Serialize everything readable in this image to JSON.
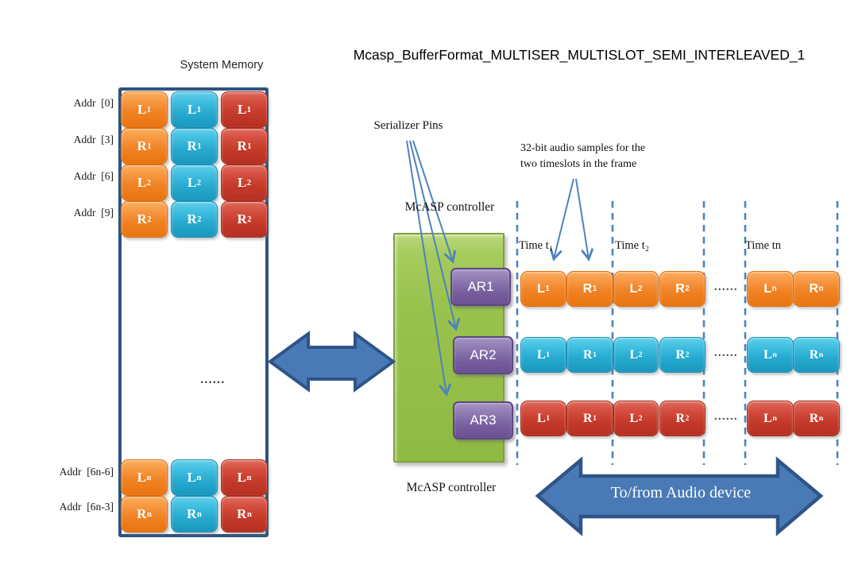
{
  "title": "Mcasp_BufferFormat_MULTISER_MULTISLOT_SEMI_INTERLEAVED_1",
  "system_memory": {
    "heading": "System Memory",
    "dots": "......",
    "top_rows": [
      {
        "addr": "Addr  [0]",
        "label": "L",
        "sub": "1"
      },
      {
        "addr": "Addr  [3]",
        "label": "R",
        "sub": "1"
      },
      {
        "addr": "Addr  [6]",
        "label": "L",
        "sub": "2"
      },
      {
        "addr": "Addr  [9]",
        "label": "R",
        "sub": "2"
      }
    ],
    "bottom_rows": [
      {
        "addr": "Addr  [6n-6]",
        "label": "L",
        "sub": "n"
      },
      {
        "addr": "Addr  [6n-3]",
        "label": "R",
        "sub": "n"
      }
    ]
  },
  "controller": {
    "label_top": "McASP controller",
    "label_bottom": "McASP controller",
    "serializer_pins_label": "Serializer Pins",
    "ar_pins": [
      "AR1",
      "AR2",
      "AR3"
    ]
  },
  "timeline": {
    "note_line1": "32-bit audio samples for the",
    "note_line2": "two timeslots in the frame",
    "time_labels": [
      {
        "text": "Time t",
        "sub": "1"
      },
      {
        "text": "Time t",
        "sub": "2"
      },
      {
        "text": "Time tn",
        "sub": ""
      }
    ],
    "slots": [
      {
        "label": "L",
        "sub": "1"
      },
      {
        "label": "R",
        "sub": "1"
      },
      {
        "label": "L",
        "sub": "2"
      },
      {
        "label": "R",
        "sub": "2"
      },
      {
        "label": "L",
        "sub": "n"
      },
      {
        "label": "R",
        "sub": "n"
      }
    ],
    "dots": "......"
  },
  "audio_arrow_label": "To/from Audio device",
  "colors": {
    "orange": "#F08326",
    "cyan": "#27A9CF",
    "red": "#C43A2B",
    "purple": "#765C9D",
    "green": "#97C04A",
    "arrow_blue": "#4A7AB5",
    "arrow_border": "#2E5488",
    "dashed_blue": "#4E81BD",
    "memory_border": "#2E5380"
  }
}
